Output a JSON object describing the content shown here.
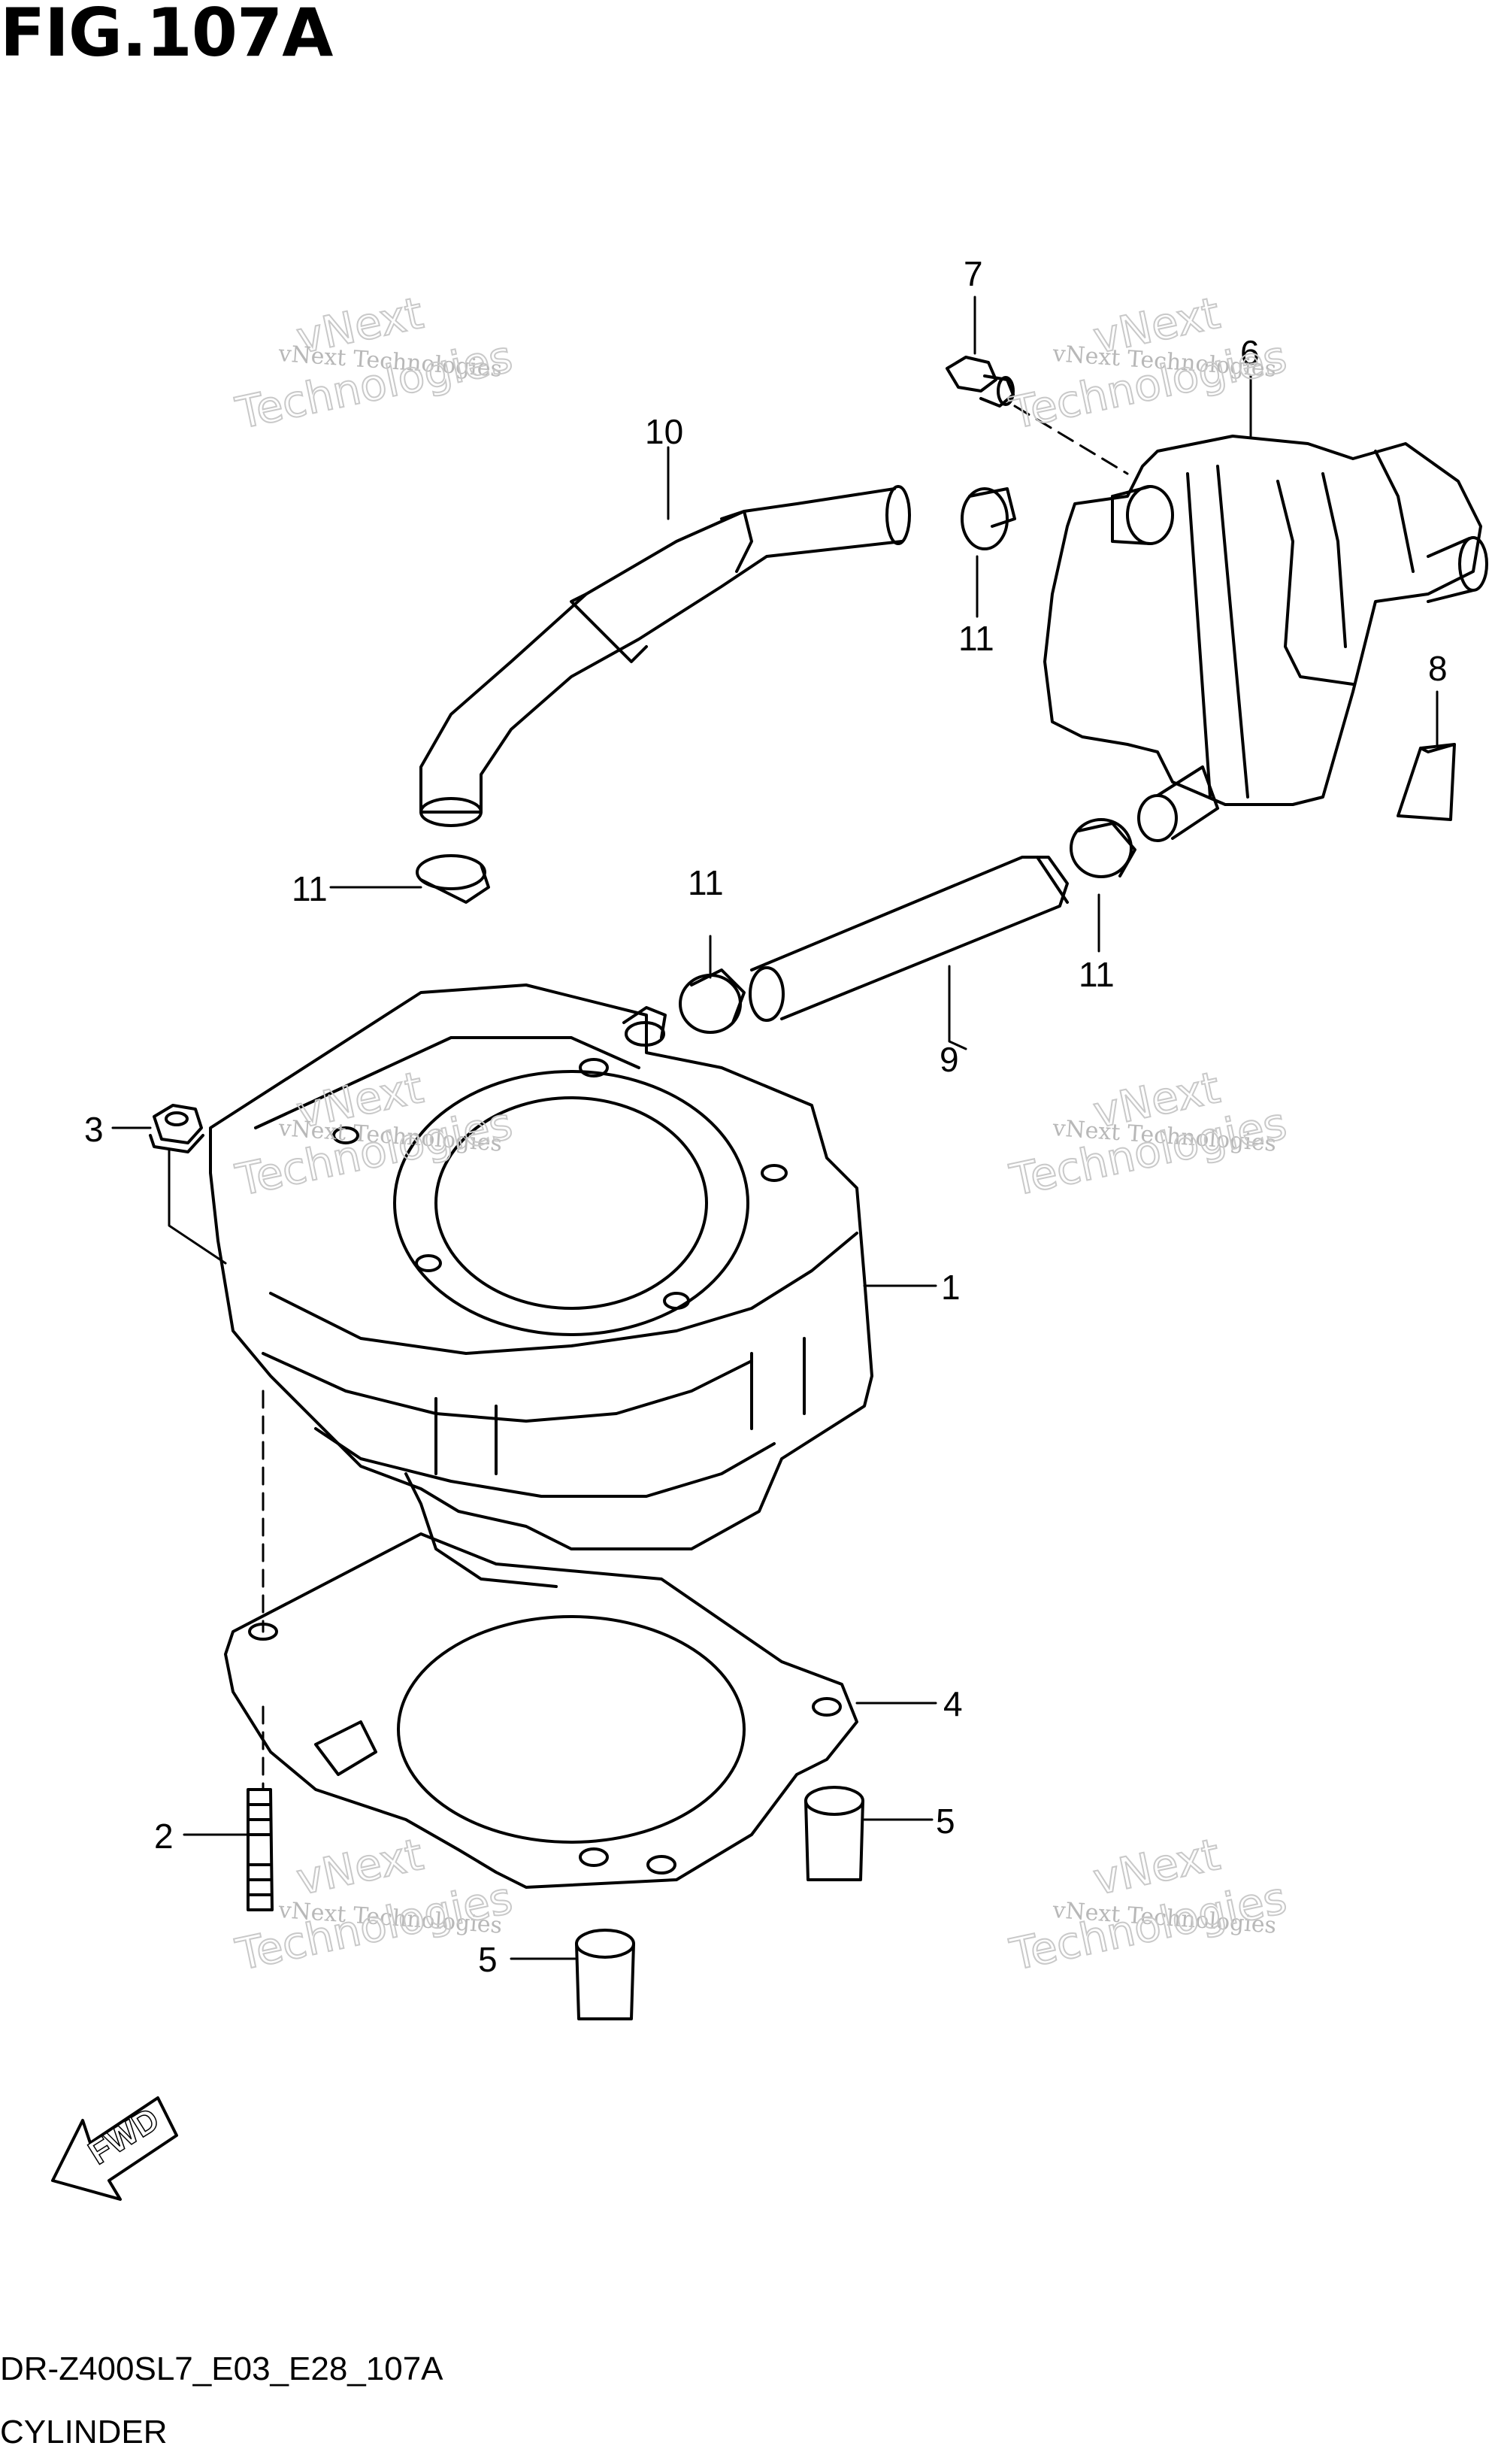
{
  "figure": {
    "title": "FIG.107A",
    "model_code": "DR-Z400SL7_E03_E28_107A",
    "section_name": "CYLINDER"
  },
  "callouts": [
    "1",
    "2",
    "3",
    "4",
    "5",
    "5",
    "6",
    "7",
    "8",
    "9",
    "10",
    "11",
    "11",
    "11",
    "11"
  ],
  "watermark": {
    "line1": "vNext",
    "line2": "vNext Technologies",
    "line3": "Technologies"
  },
  "fwd_label": "FWD"
}
